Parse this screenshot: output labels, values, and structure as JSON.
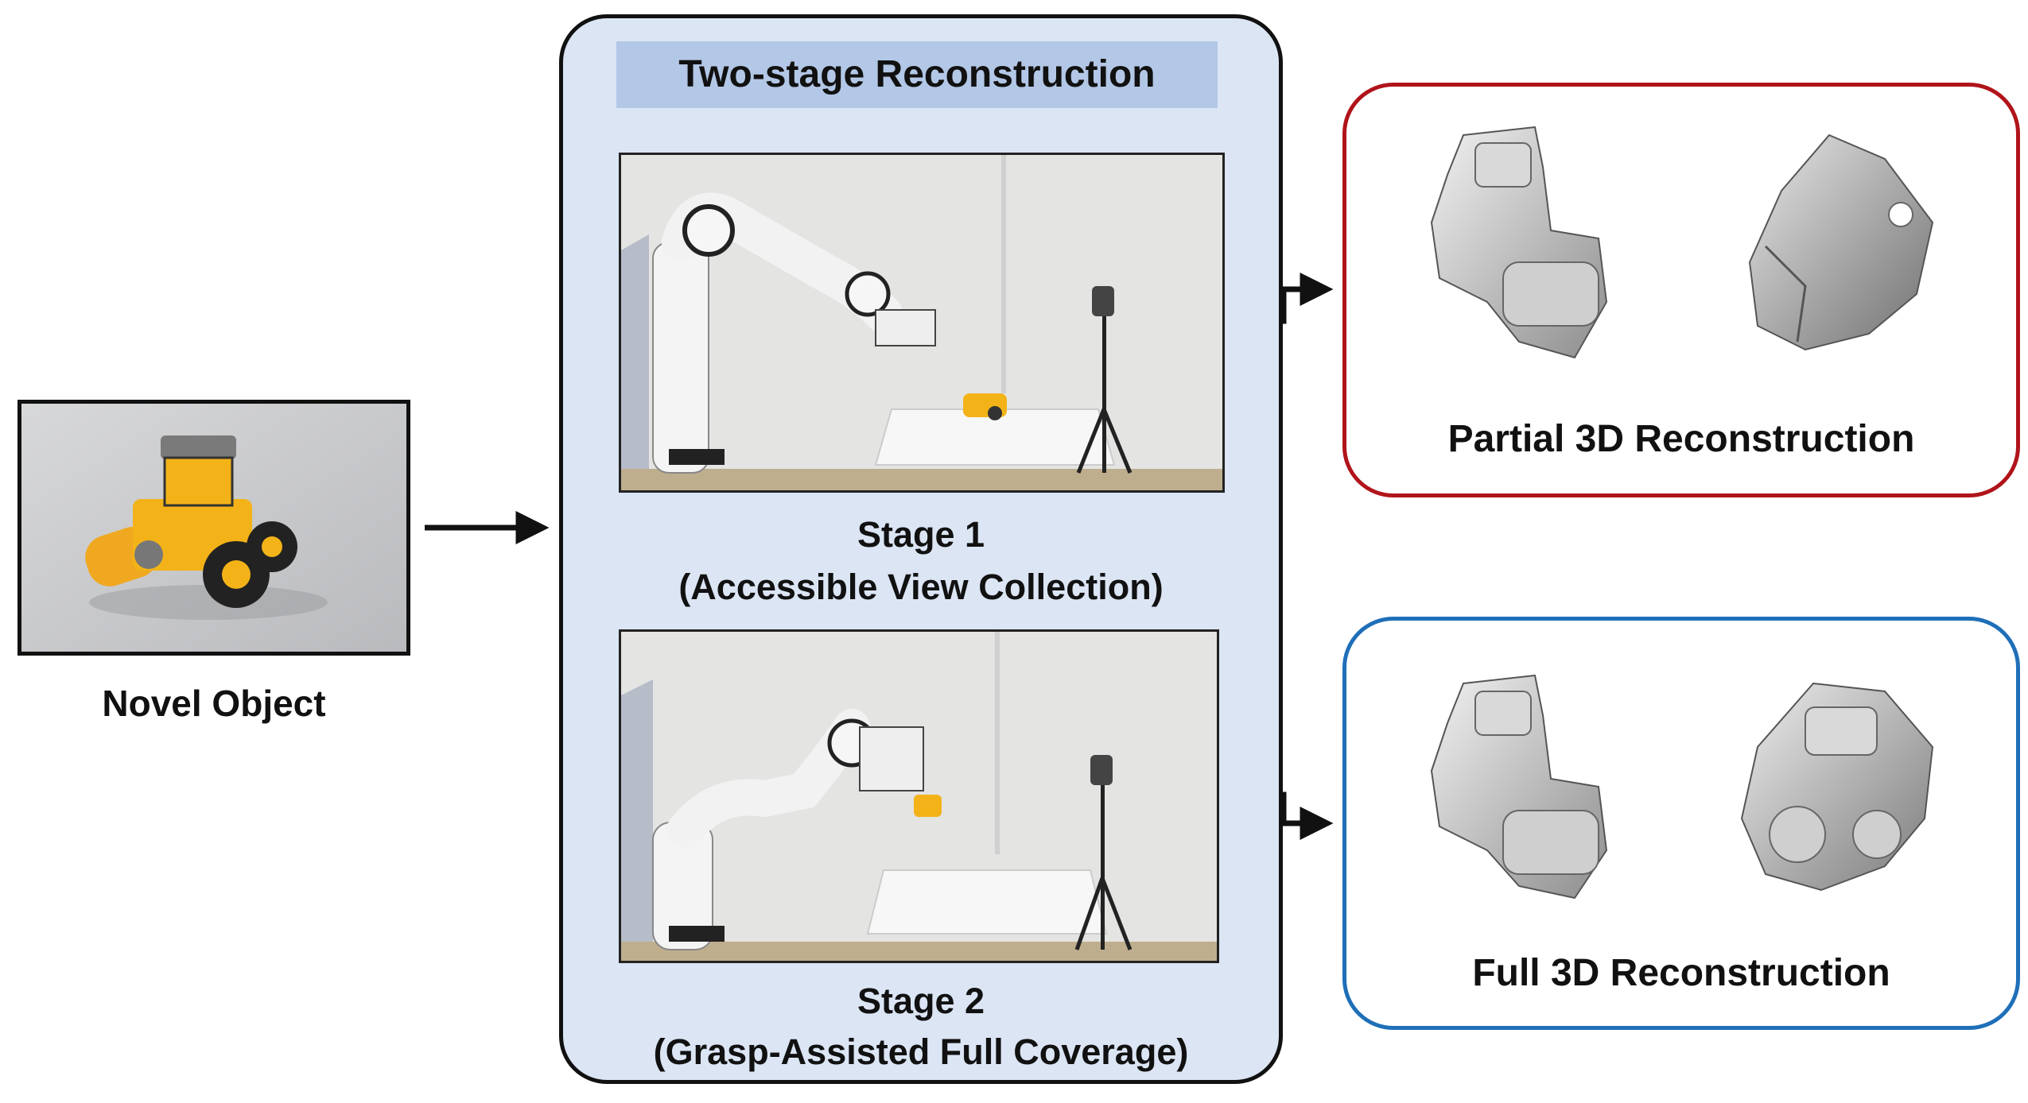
{
  "labels": {
    "novel_object": "Novel Object",
    "panel_title": "Two-stage Reconstruction",
    "stage1_title": "Stage 1",
    "stage1_subtitle": "(Accessible View Collection)",
    "stage2_title": "Stage 2",
    "stage2_subtitle": "(Grasp-Assisted Full Coverage)",
    "partial_reconstruction": "Partial 3D Reconstruction",
    "full_reconstruction": "Full 3D Reconstruction"
  },
  "colors": {
    "panel_fill": "#dbe5f4",
    "panel_title_fill": "#b3c7e6",
    "partial_border": "#b0141a",
    "full_border": "#1f6fb8",
    "object_yellow": "#f3b318",
    "object_gray": "#7a7a7a"
  },
  "icons": [
    "robot-arm-icon",
    "toy-roller-icon",
    "camera-tripod-icon",
    "mesh-reconstruction-icon"
  ]
}
